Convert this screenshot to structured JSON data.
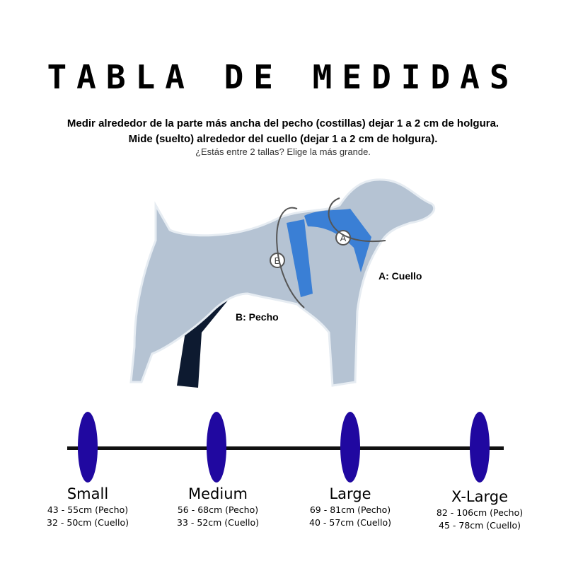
{
  "title": "TABLA DE MEDIDAS",
  "instructions": [
    "Medir alrededor de la parte más ancha del pecho (costillas) dejar 1 a 2 cm de holgura.",
    "Mide (suelto) alrededor del cuello (dejar 1 a 2 cm de holgura)."
  ],
  "note": "¿Estás entre 2 tallas? Elige la más grande.",
  "diagram": {
    "marker_a": "A",
    "marker_b": "B",
    "label_a": "A: Cuello",
    "label_b": "B: Pecho"
  },
  "colors": {
    "dog": "#b5c3d3",
    "harness": "#3a7fd5",
    "oval": "#2008a0"
  },
  "sizes": [
    {
      "name": "Small",
      "chest": "43 - 55cm (Pecho)",
      "neck": "32 - 50cm (Cuello)"
    },
    {
      "name": "Medium",
      "chest": "56 - 68cm (Pecho)",
      "neck": "33 - 52cm (Cuello)"
    },
    {
      "name": "Large",
      "chest": "69 - 81cm (Pecho)",
      "neck": "40 - 57cm (Cuello)"
    },
    {
      "name": "X-Large",
      "chest": "82 - 106cm (Pecho)",
      "neck": "45 - 78cm (Cuello)"
    }
  ]
}
